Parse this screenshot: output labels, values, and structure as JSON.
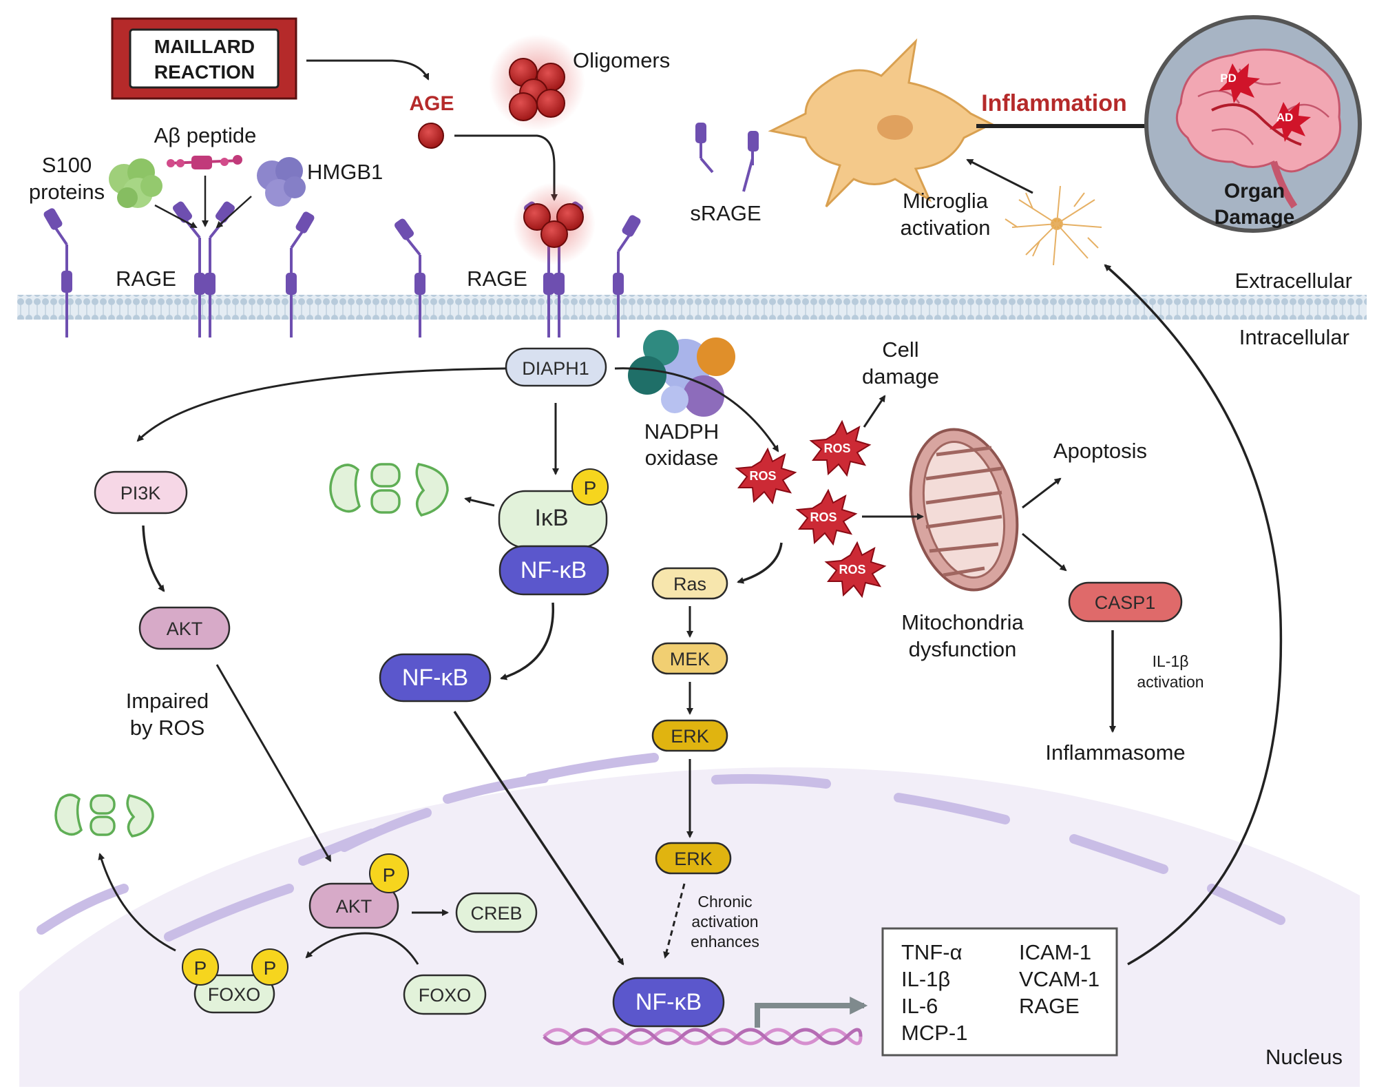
{
  "colors": {
    "accent_red": "#b52a2a",
    "rage_purple": "#6e4fb0",
    "nfkb_blue": "#5b57cc",
    "membrane": "#c8d7e3",
    "nucleus": "#f1edf7"
  },
  "labels": {
    "maillard_line1": "MAILLARD",
    "maillard_line2": "REACTION",
    "age": "AGE",
    "oligomers": "Oligomers",
    "abeta": "Aβ peptide",
    "s100_line1": "S100",
    "s100_line2": "proteins",
    "hmgb1": "HMGB1",
    "rage_left": "RAGE",
    "rage_center": "RAGE",
    "srage": "sRAGE",
    "inflammation": "Inflammation",
    "microglia_line1": "Microglia",
    "microglia_line2": "activation",
    "organ_line1": "Organ",
    "organ_line2": "Damage",
    "pd": "PD",
    "ad": "AD",
    "extracellular": "Extracellular",
    "intracellular": "Intracellular",
    "diaph1": "DIAPH1",
    "nadph_line1": "NADPH",
    "nadph_line2": "oxidase",
    "cell_damage_line1": "Cell",
    "cell_damage_line2": "damage",
    "ros": "ROS",
    "apoptosis": "Apoptosis",
    "mito_line1": "Mitochondria",
    "mito_line2": "dysfunction",
    "casp1": "CASP1",
    "il1b_act_line1": "IL-1β",
    "il1b_act_line2": "activation",
    "inflammasome": "Inflammasome",
    "pi3k": "PI3K",
    "akt": "AKT",
    "impaired_line1": "Impaired",
    "impaired_line2": "by ROS",
    "ikb": "IκB",
    "p": "P",
    "nfkb": "NF-κB",
    "ras": "Ras",
    "mek": "MEK",
    "erk": "ERK",
    "chronic_line1": "Chronic",
    "chronic_line2": "activation",
    "chronic_line3": "enhances",
    "creb": "CREB",
    "foxo": "FOXO",
    "nucleus": "Nucleus"
  },
  "genes": {
    "left": [
      "TNF-α",
      "IL-1β",
      "IL-6",
      "MCP-1"
    ],
    "right": [
      "ICAM-1",
      "VCAM-1",
      "RAGE"
    ]
  }
}
